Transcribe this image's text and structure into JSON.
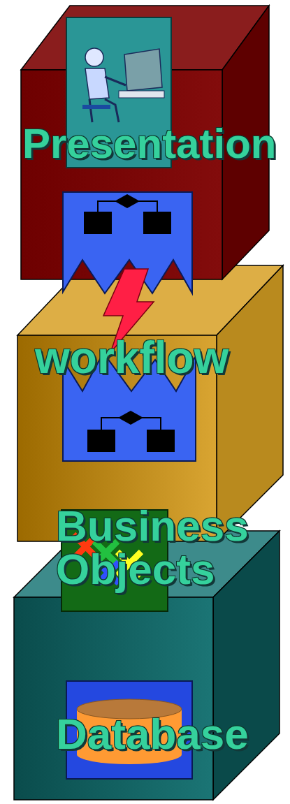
{
  "diagram": {
    "nodes": [
      {
        "text": [
          "Presentation"
        ]
      },
      {
        "text": [
          "workflow"
        ]
      },
      {
        "text": [
          "Business Objects"
        ]
      },
      {
        "text": [
          "Database"
        ]
      }
    ]
  }
}
